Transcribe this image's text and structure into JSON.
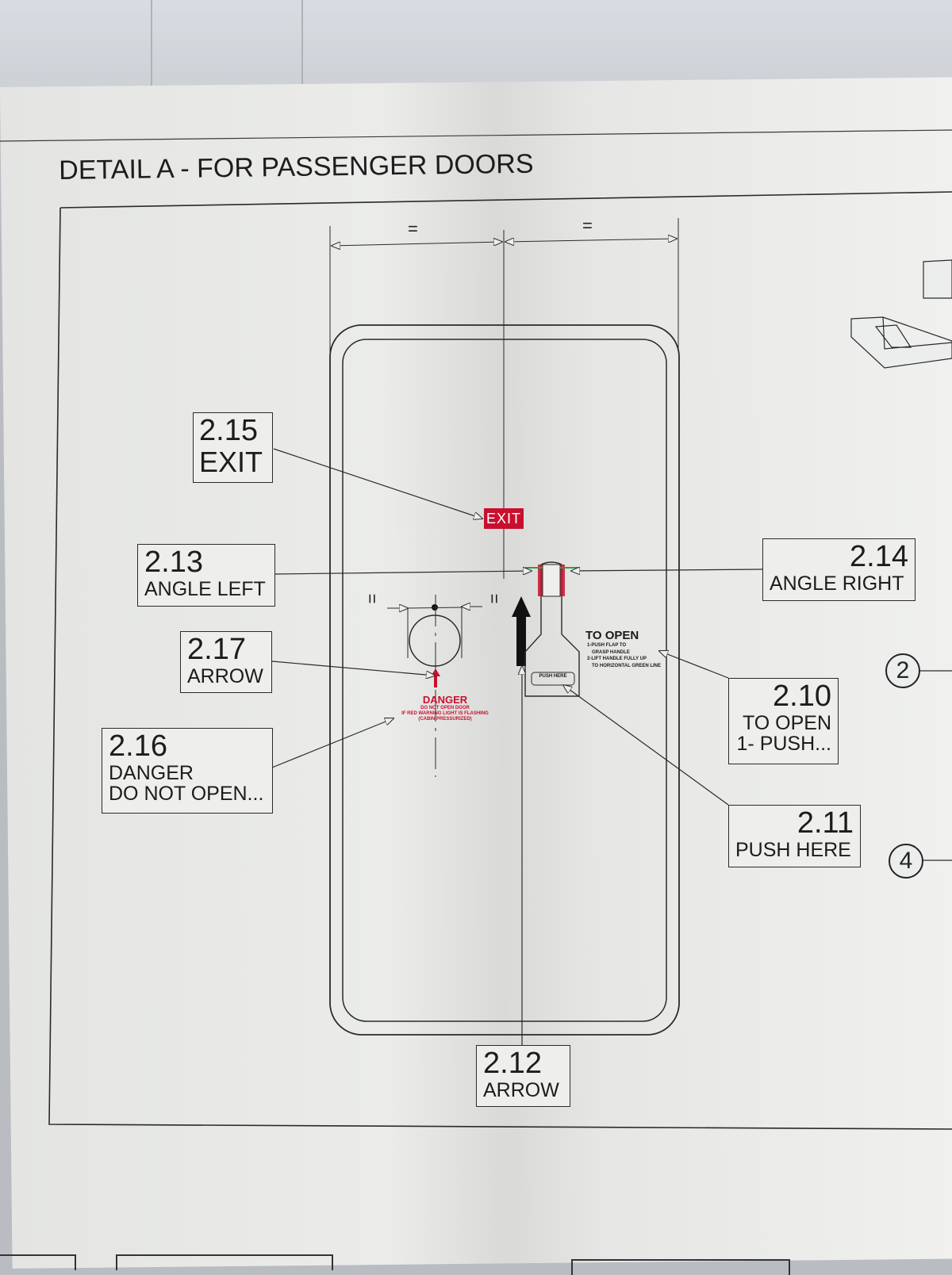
{
  "title": "DETAIL A - FOR PASSENGER DOORS",
  "dimension_mark": "=",
  "placards": {
    "exit": "EXIT",
    "danger": {
      "heading": "DANGER",
      "line1": "DO NOT OPEN DOOR",
      "line2": "IF RED WARNING LIGHT IS FLASHING",
      "line3": "(CABIN PRESSURIZED)"
    },
    "to_open": {
      "heading": "TO OPEN",
      "line1": "1-PUSH FLAP TO",
      "line2": "GRASP HANDLE",
      "line3": "2-LIFT HANDLE FULLY UP",
      "line4": "TO HORIZONTAL GREEN LINE"
    },
    "push_here": "PUSH HERE"
  },
  "callouts": {
    "exit": {
      "number": "2.15",
      "label": "EXIT"
    },
    "angle_left": {
      "number": "2.13",
      "label": "ANGLE LEFT"
    },
    "angle_right": {
      "number": "2.14",
      "label": "ANGLE RIGHT"
    },
    "arrow_left": {
      "number": "2.17",
      "label": "ARROW"
    },
    "danger": {
      "number": "2.16",
      "label1": "DANGER",
      "label2": "DO NOT OPEN..."
    },
    "to_open": {
      "number": "2.10",
      "label1": "TO OPEN",
      "label2": "1- PUSH..."
    },
    "push_here": {
      "number": "2.11",
      "label": "PUSH HERE"
    },
    "arrow_bottom": {
      "number": "2.12",
      "label": "ARROW"
    }
  },
  "circled_refs": [
    "2",
    "4"
  ],
  "colors": {
    "placard_red": "#c8102e",
    "green_line": "#2f9e3a",
    "line": "#2a2a2a"
  }
}
